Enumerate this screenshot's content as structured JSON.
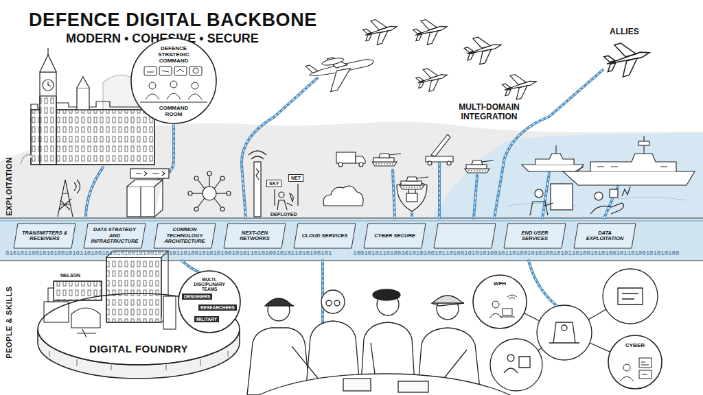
{
  "diagram": {
    "title": "DEFENCE DIGITAL BACKBONE",
    "nodes": [
      {
        "text": [
          "DEFENCE STRATEGIC COMMAND",
          "COMMAND ROOM"
        ]
      },
      {
        "text": [
          "SKY"
        ]
      },
      {
        "text": [
          "NET"
        ]
      },
      {
        "text": [
          "TRANSMITTERS & RECEIVERS"
        ]
      },
      {
        "text": [
          "DATA STRATEGY AND INFRASTRUCTURE"
        ]
      },
      {
        "text": [
          "COMMON TECHNOLOGY ARCHITECTURE"
        ]
      },
      {
        "text": [
          "NEXT-GEN NETWORKS"
        ]
      },
      {
        "text": [
          "CLOUD SERVICES"
        ]
      },
      {
        "text": [
          "CYBER SECURE"
        ]
      },
      {
        "text": [
          "END USER SERVICES"
        ]
      },
      {
        "text": [
          "DATA EXPLOITATION"
        ]
      },
      {
        "text": [
          "DIGITAL FOUNDRY"
        ]
      },
      {
        "text": [
          "MULTI-DISCIPLINARY TEAMS"
        ]
      },
      {
        "text": [
          "DESIGNERS"
        ],
        "in": 12
      },
      {
        "text": [
          "RESEARCHERS"
        ],
        "in": 12
      },
      {
        "text": [
          "MILITARY"
        ],
        "in": 12
      },
      {
        "text": [
          "WFH"
        ]
      },
      {
        "text": [
          "CYBER"
        ]
      }
    ],
    "labels": [
      "MODERN • COHESIVE • SECURE",
      "ALLIES",
      "MULTI-DOMAIN INTEGRATION",
      "EXPLOITATION",
      "PEOPLE & SKILLS",
      "DEPLOYED",
      "NELSON",
      "0101011001010100101011010010101010010100101010110100101010100101011010100101011010100101",
      "1001010110100101010100101101001010101001011010010101001010110100101010010110100101010100"
    ]
  }
}
